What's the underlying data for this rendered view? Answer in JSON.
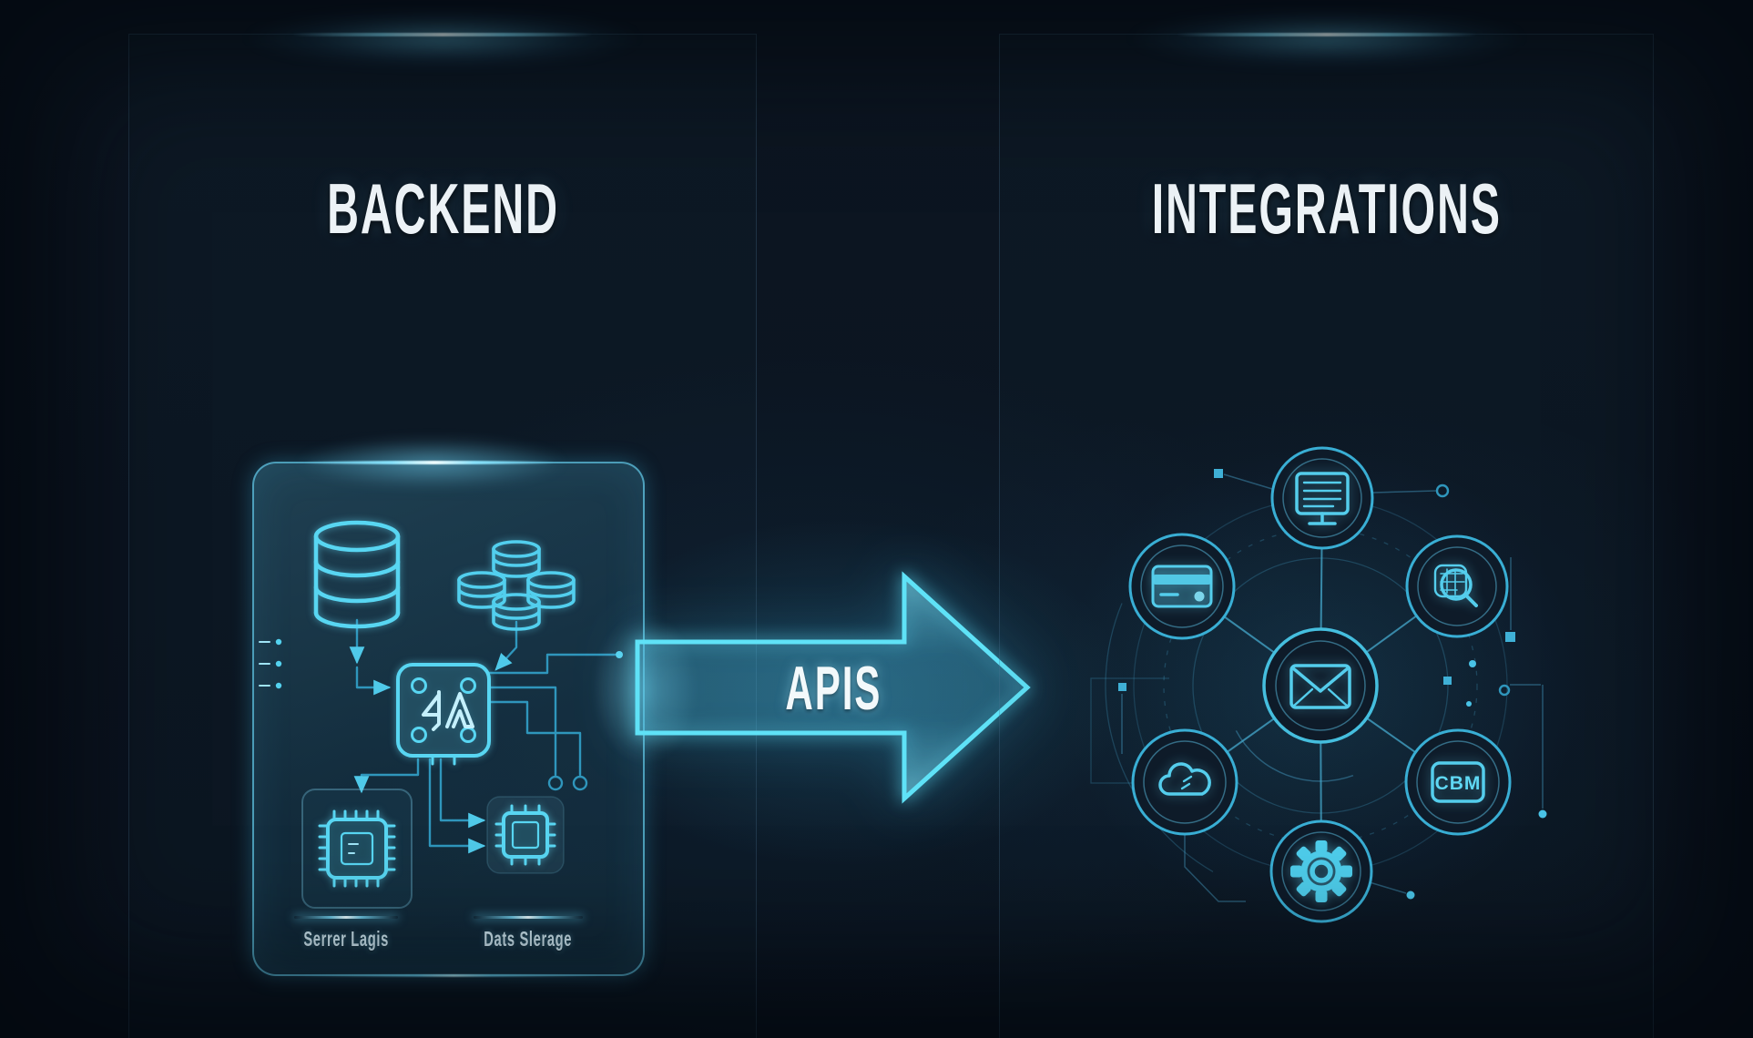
{
  "colors": {
    "background": "#0b1420",
    "accent": "#3fc0e4",
    "accent_bright": "#7de9ff",
    "accent_dim": "#1d5f7e",
    "title_text": "#edf3f7",
    "panel_border": "#23384a"
  },
  "left_panel": {
    "title": "BACKEND",
    "card": {
      "icons": [
        "database-icon",
        "coin-cluster-icon",
        "processor-chip-icon",
        "cpu-icon",
        "microchip-icon"
      ],
      "labels": [
        {
          "text": "Serrer Lagis"
        },
        {
          "text": "Dats Slerage"
        }
      ]
    }
  },
  "arrow": {
    "label": "APIS"
  },
  "right_panel": {
    "title": "INTEGRATIONS",
    "hub": {
      "center": {
        "icon": "email-icon"
      },
      "nodes": [
        {
          "icon": "monitor-icon",
          "position": "top"
        },
        {
          "icon": "search-icon",
          "position": "upper-right"
        },
        {
          "icon": "crm-badge",
          "position": "lower-right",
          "text": "CBM"
        },
        {
          "icon": "gear-icon",
          "position": "bottom"
        },
        {
          "icon": "cloud-icon",
          "position": "lower-left"
        },
        {
          "icon": "credit-card-icon",
          "position": "upper-left"
        }
      ]
    }
  }
}
